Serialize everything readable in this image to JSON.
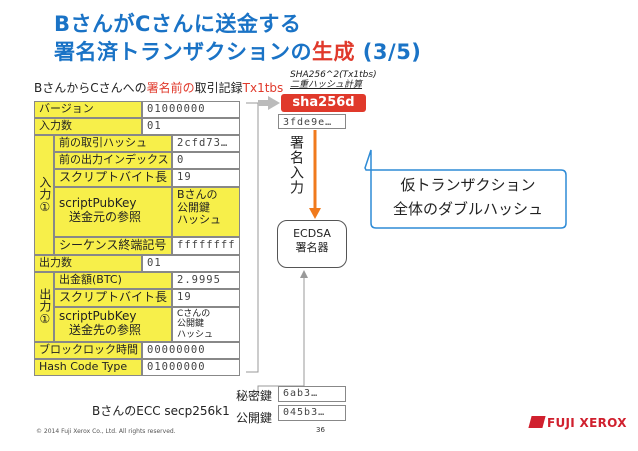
{
  "title": {
    "line1": "BさんがCさんに送金する",
    "line2_main": "署名済トランザクションの",
    "line2_em": "生成",
    "line2_page": " (3/5)"
  },
  "subtitle": {
    "pre": "BさんからCさんへの",
    "red": "署名前の",
    "post": "取引記録",
    "tx": "Tx1tbs"
  },
  "sha_note": {
    "line1": "SHA256^2(Tx1tbs)",
    "line2": "二重ハッシュ計算"
  },
  "table": {
    "version_label": "バージョン",
    "version_value": "01000000",
    "input_count_label": "入力数",
    "input_count_value": "01",
    "input_side_label": "入力①",
    "prev_hash_label": "前の取引ハッシュ",
    "prev_hash_value": "2cfd73…",
    "prev_index_label": "前の出力インデックス",
    "prev_index_value": "0",
    "script_len_label": "スクリプトバイト長",
    "script_len_value": "19",
    "script_pubkey_label_1": "scriptPubKey",
    "script_pubkey_label_2": "送金元の参照",
    "script_pubkey_value_1": "Bさんの",
    "script_pubkey_value_2": "公開鍵",
    "script_pubkey_value_3": "ハッシュ",
    "sequence_label": "シーケンス終端記号",
    "sequence_value": "ffffffff",
    "output_count_label": "出力数",
    "output_count_value": "01",
    "output_side_label": "出力①",
    "amount_label": "出金額(BTC)",
    "amount_value": "2.9995",
    "out_script_len_label": "スクリプトバイト長",
    "out_script_len_value": "19",
    "out_pubkey_label_1": "scriptPubKey",
    "out_pubkey_label_2": "送金先の参照",
    "out_pubkey_value_1": "Cさんの",
    "out_pubkey_value_2": "公開鍵",
    "out_pubkey_value_3": "ハッシュ",
    "locktime_label": "ブロックロック時間",
    "locktime_value": "00000000",
    "hashcode_label": "Hash Code Type",
    "hashcode_value": "01000000"
  },
  "sha_box": "sha256d",
  "hash_value": "3fde9e…",
  "vertical_label": "署名入力",
  "ecdsa": {
    "line1": "ECDSA",
    "line2": "署名器"
  },
  "callout": {
    "line1": "仮トランザクション",
    "line2": "全体のダブルハッシュ"
  },
  "keys": {
    "ecc_label": "BさんのECC secp256k1",
    "private_label": "秘密鍵",
    "private_value": "6ab3…",
    "public_label": "公開鍵",
    "public_value": "045b3…"
  },
  "footer": "© 2014 Fuji Xerox Co., Ltd. All rights reserved.",
  "page_number": "36",
  "logo": "FUJI XEROX",
  "colors": {
    "title": "#1a73c6",
    "accent": "#e0392b",
    "highlight": "#f7ef4a",
    "callout_border": "#2e8bd6",
    "arrow": "#f07a1c"
  }
}
